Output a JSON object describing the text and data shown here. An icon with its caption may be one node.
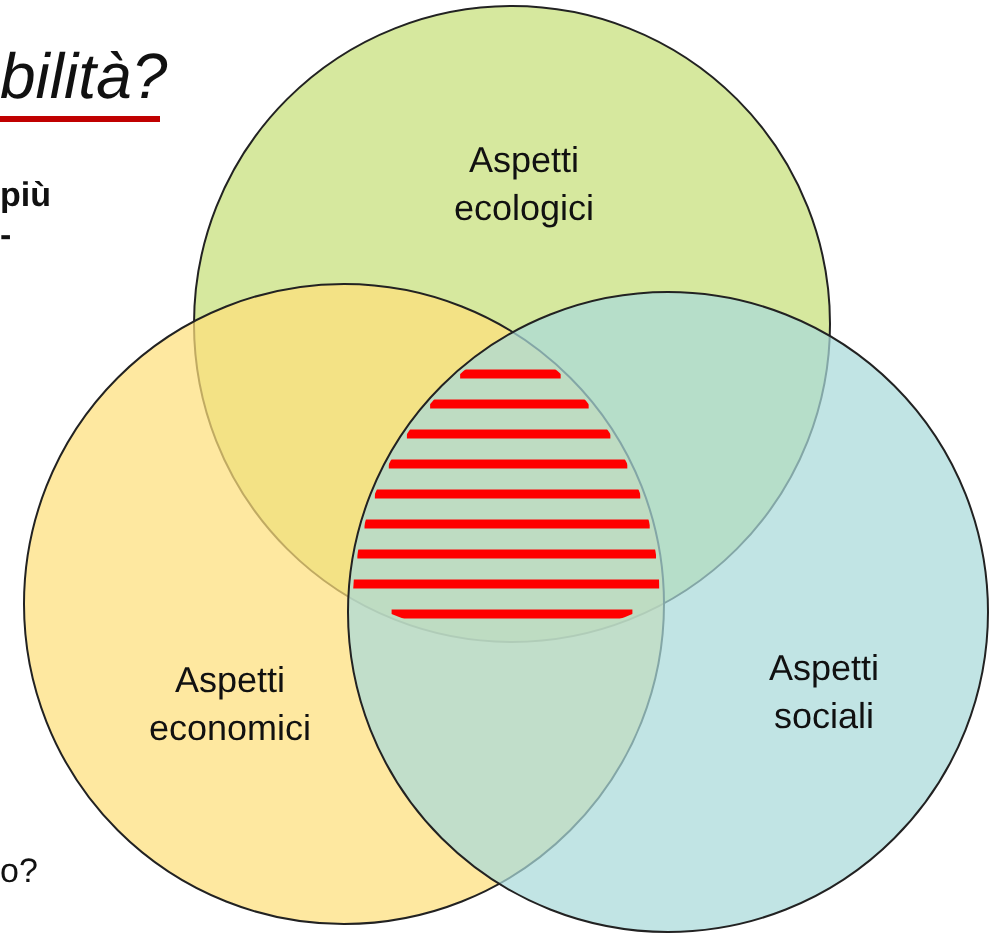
{
  "diagram": {
    "nodes": [
      {
        "text": [
          "Aspetti ecologici"
        ]
      },
      {
        "text": [
          "Aspetti economici"
        ]
      },
      {
        "text": [
          "Aspetti sociali"
        ]
      }
    ],
    "labels": [
      "bilità?",
      "più",
      "-",
      "o?"
    ]
  }
}
